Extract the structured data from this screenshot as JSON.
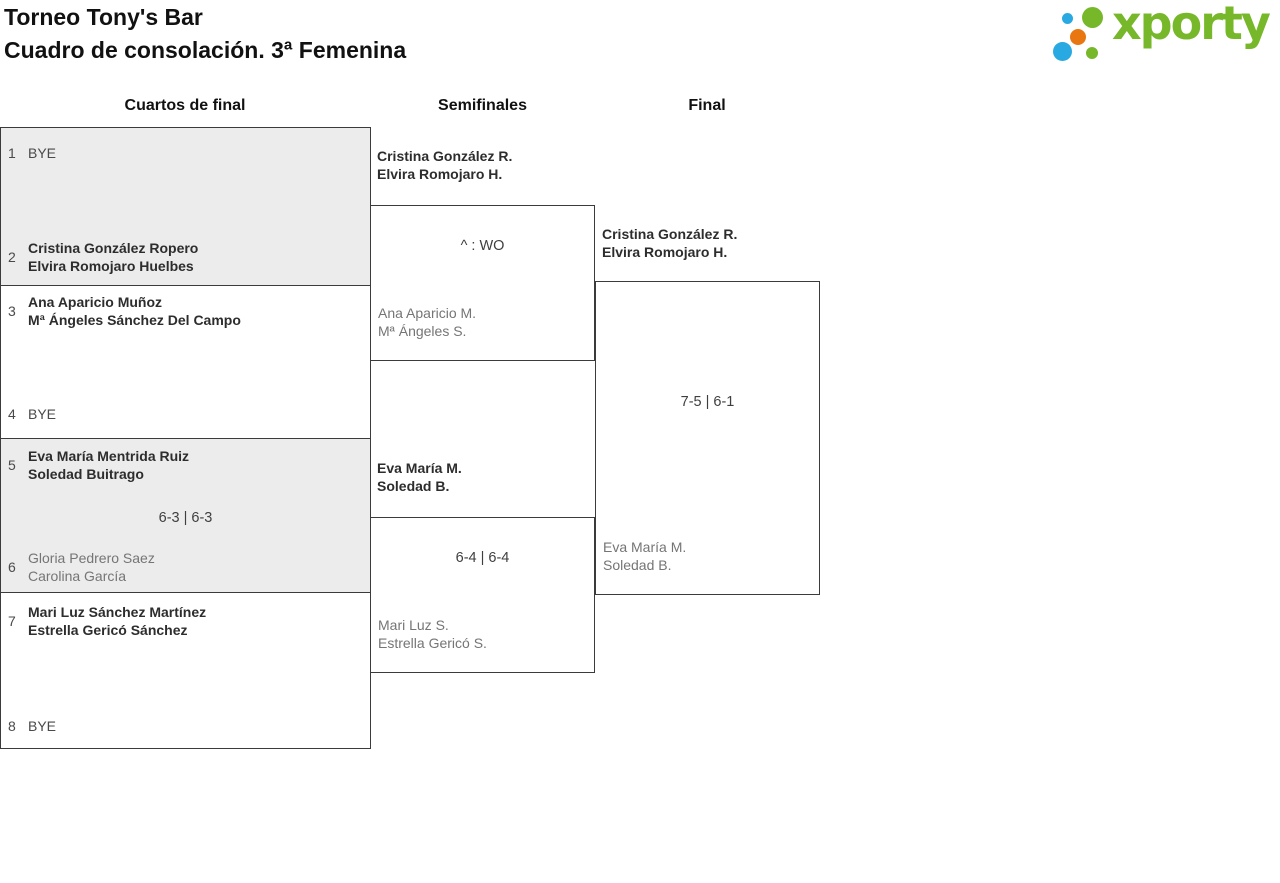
{
  "page": {
    "title_line1": "Torneo Tony's Bar",
    "title_line2": "Cuadro de consolación. 3ª Femenina"
  },
  "logo": {
    "text": "xporty",
    "green": "#76b82a",
    "blue": "#29a9e1",
    "orange": "#e87711"
  },
  "round_headers": {
    "quarterfinals": "Cuartos de final",
    "semifinals": "Semifinales",
    "final": "Final"
  },
  "quarterfinals": [
    {
      "score": "",
      "top": {
        "seed": "1",
        "line1": "BYE",
        "line2": ""
      },
      "bottom": {
        "seed": "2",
        "line1": "Cristina González Ropero",
        "line2": "Elvira Romojaro Huelbes"
      }
    },
    {
      "score": "",
      "top": {
        "seed": "3",
        "line1": "Ana Aparicio Muñoz",
        "line2": "Mª Ángeles Sánchez Del Campo"
      },
      "bottom": {
        "seed": "4",
        "line1": "BYE",
        "line2": ""
      }
    },
    {
      "score": "6-3 | 6-3",
      "top": {
        "seed": "5",
        "line1": "Eva María Mentrida Ruiz",
        "line2": "Soledad Buitrago"
      },
      "bottom": {
        "seed": "6",
        "line1": "Gloria Pedrero Saez",
        "line2": "Carolina García"
      }
    },
    {
      "score": "",
      "top": {
        "seed": "7",
        "line1": "Mari Luz Sánchez Martínez",
        "line2": "Estrella Gericó Sánchez"
      },
      "bottom": {
        "seed": "8",
        "line1": "BYE",
        "line2": ""
      }
    }
  ],
  "semifinals": [
    {
      "winner_line1": "Cristina González R.",
      "winner_line2": "Elvira Romojaro H.",
      "score": "^ : WO",
      "loser_line1": "Ana Aparicio M.",
      "loser_line2": "Mª Ángeles S."
    },
    {
      "winner_line1": "Eva María M.",
      "winner_line2": "Soledad B.",
      "score": "6-4 | 6-4",
      "loser_line1": "Mari Luz S.",
      "loser_line2": "Estrella Gericó S."
    }
  ],
  "final": {
    "winner_line1": "Cristina González R.",
    "winner_line2": "Elvira Romojaro H.",
    "score": "7-5 | 6-1",
    "loser_line1": "Eva María M.",
    "loser_line2": "Soledad B."
  }
}
